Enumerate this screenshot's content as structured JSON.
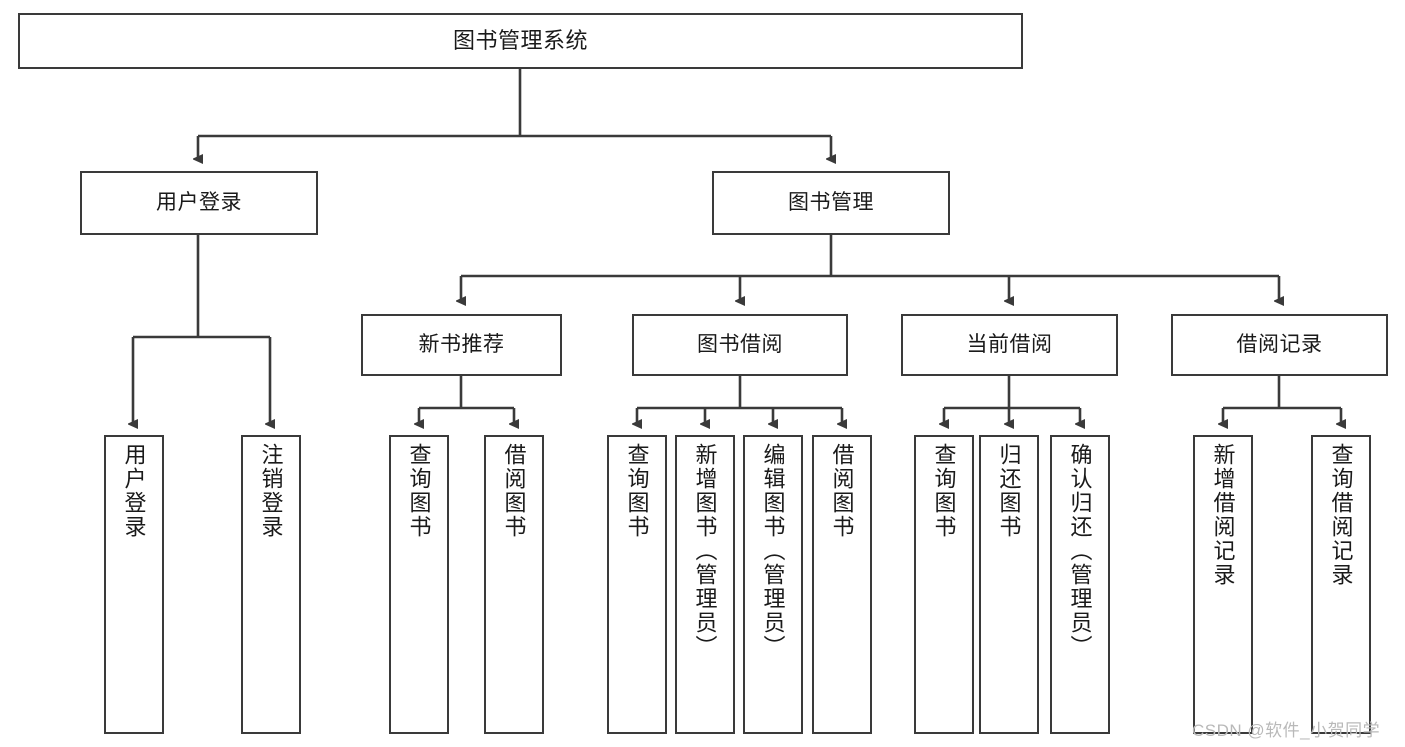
{
  "diagram": {
    "title": "图书管理系统",
    "type": "hierarchy-tree",
    "levels": 4,
    "root": {
      "label": "图书管理系统"
    },
    "level2": [
      {
        "label": "用户登录"
      },
      {
        "label": "图书管理"
      }
    ],
    "level3": [
      {
        "label": "新书推荐",
        "parent": "图书管理"
      },
      {
        "label": "图书借阅",
        "parent": "图书管理"
      },
      {
        "label": "当前借阅",
        "parent": "图书管理"
      },
      {
        "label": "借阅记录",
        "parent": "图书管理"
      }
    ],
    "leaves": {
      "user_login": [
        {
          "label": "用户登录"
        },
        {
          "label": "注销登录"
        }
      ],
      "new_book_recommend": [
        {
          "label": "查询图书"
        },
        {
          "label": "借阅图书"
        }
      ],
      "book_borrow": [
        {
          "label": "查询图书"
        },
        {
          "label": "新增图书（管理员）"
        },
        {
          "label": "编辑图书（管理员）"
        },
        {
          "label": "借阅图书"
        }
      ],
      "current_borrow": [
        {
          "label": "查询图书"
        },
        {
          "label": "归还图书"
        },
        {
          "label": "确认归还（管理员）"
        }
      ],
      "borrow_record": [
        {
          "label": "新增借阅记录"
        },
        {
          "label": "查询借阅记录"
        }
      ]
    }
  },
  "watermark": {
    "text": "CSDN @软件_小贺同学"
  },
  "colors": {
    "border": "#3a3a3a",
    "background": "#ffffff",
    "text": "#1a1a1a",
    "watermark": "#b9b9b9"
  }
}
